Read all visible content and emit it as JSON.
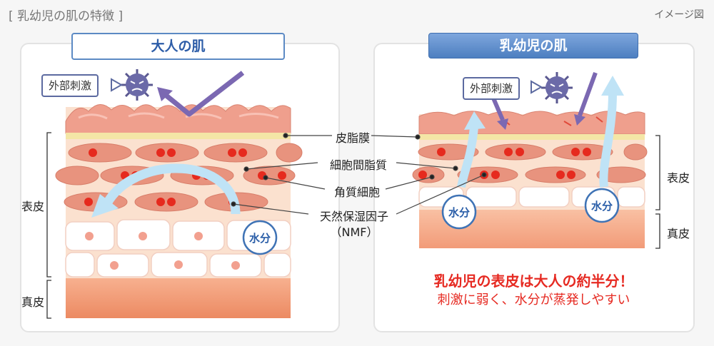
{
  "header": {
    "section_title": "[ 乳幼児の肌の特徴 ]",
    "caption": "イメージ図"
  },
  "panels": {
    "adult": {
      "title": "大人の肌",
      "stimulus": "外部刺激",
      "water": "水分"
    },
    "infant": {
      "title": "乳幼児の肌",
      "stimulus": "外部刺激",
      "water": "水分"
    }
  },
  "labels": {
    "sebum": "皮脂膜",
    "intercellular": "細胞間脂質",
    "keratinocyte": "角質細胞",
    "nmf_line1": "天然保湿因子",
    "nmf_line2": "（NMF）",
    "epidermis": "表皮",
    "dermis": "真皮"
  },
  "message": {
    "line1": "乳幼児の表皮は大人の約半分！",
    "line2": "刺激に弱く、水分が蒸発しやすい"
  },
  "colors": {
    "stratum_cell": "#e8937e",
    "intercell": "#fbe1cf",
    "red_dot": "#e62a1e",
    "sebum": "#f4e6a6",
    "arrow_purple": "#7b68b2",
    "arrow_water": "#bfe3f6",
    "water_ring": "#3f73b5",
    "alert_red": "#e62a22"
  }
}
